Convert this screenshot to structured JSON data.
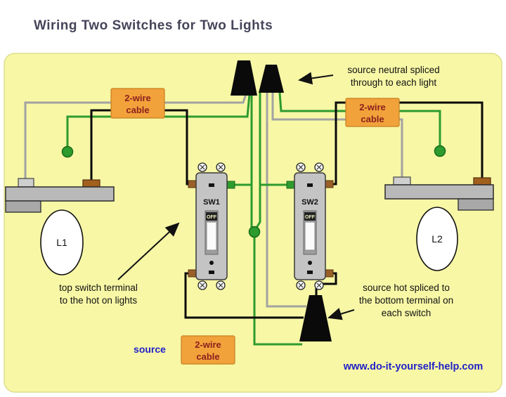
{
  "title": "Wiring Two Switches for Two Lights",
  "labels": {
    "cable_left": {
      "line1": "2-wire",
      "line2": "cable"
    },
    "cable_right": {
      "line1": "2-wire",
      "line2": "cable"
    },
    "cable_source": {
      "line1": "2-wire",
      "line2": "cable"
    },
    "source": "source",
    "website": "www.do-it-yourself-help.com"
  },
  "annotations": {
    "neutral": {
      "line1": "source neutral spliced",
      "line2": "through to each light"
    },
    "top_terminal": {
      "line1": "top switch terminal",
      "line2": "to the hot on lights"
    },
    "source_hot": {
      "line1": "source hot spliced to",
      "line2": "the bottom terminal on",
      "line3": "each switch"
    }
  },
  "components": {
    "light_left": "L1",
    "light_right": "L2",
    "switch_left": {
      "label": "SW1",
      "toggle": "OFF"
    },
    "switch_right": {
      "label": "SW2",
      "toggle": "OFF"
    }
  },
  "colors": {
    "title_color": "#45455a",
    "panel_bg": "#f7f7a6",
    "panel_border": "#dede8e",
    "wire_hot": "#0a0a0a",
    "wire_neutral": "#a3a3a3",
    "wire_ground": "#2e9b2e",
    "label_bg": "#f2a23a",
    "label_border": "#c77f1f",
    "label_text": "#8a1f1f",
    "blue": "#1f1fca"
  }
}
